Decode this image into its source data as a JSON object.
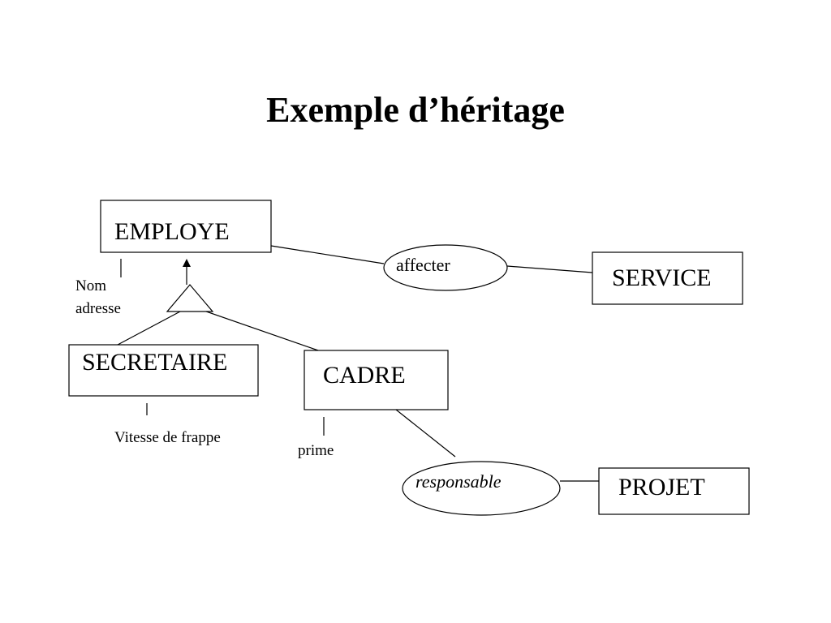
{
  "title": "Exemple d’héritage",
  "entities": {
    "employe": "EMPLOYE",
    "service": "SERVICE",
    "secretaire": "SECRETAIRE",
    "cadre": "CADRE",
    "projet": "PROJET"
  },
  "associations": {
    "affecter": "affecter",
    "responsable": "responsable"
  },
  "attributes": {
    "employe_nom": "Nom",
    "employe_adresse": "adresse",
    "secretaire_vitesse": "Vitesse de frappe",
    "cadre_prime": "prime"
  },
  "colors": {
    "stroke": "#000000",
    "background": "#ffffff"
  }
}
